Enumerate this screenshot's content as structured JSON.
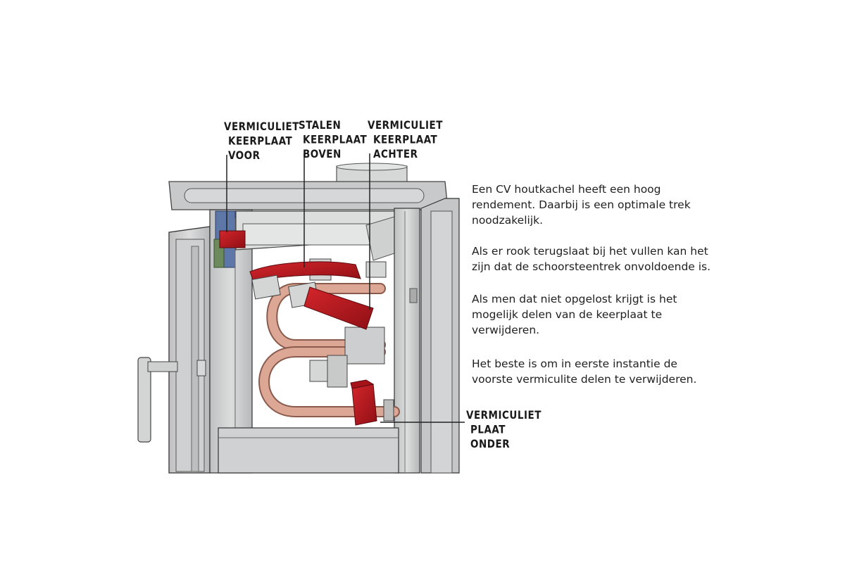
{
  "labels": {
    "keerplaat_voor": [
      "VERMICULIET",
      "KEERPLAAT",
      "VOOR"
    ],
    "keerplaat_boven": [
      "STALEN",
      "KEERPLAAT",
      "BOVEN"
    ],
    "keerplaat_achter": [
      "VERMICULIET",
      "KEERPLAAT",
      "ACHTER"
    ],
    "plaat_onder": [
      "VERMICULIET",
      "PLAAT",
      "ONDER"
    ]
  },
  "paragraphs": [
    "Een CV houtkachel heeft een hoog rendement. Daarbij is een optimale trek noodzakelijk.",
    "Als er rook terugslaat bij het vullen kan het zijn dat de schoorsteentrek onvoldoende is.",
    "Als men dat niet opgelost krijgt is het mogelijk delen van de keerplaat te verwijderen.",
    "Het beste is om in eerste instantie de voorste vermiculite delen te verwijderen."
  ],
  "colors": {
    "highlight_red": "#b8151c",
    "pipe_copper": "#d8a18f",
    "steel_grey": "#c9cacb",
    "outline": "#3a3a3a"
  }
}
